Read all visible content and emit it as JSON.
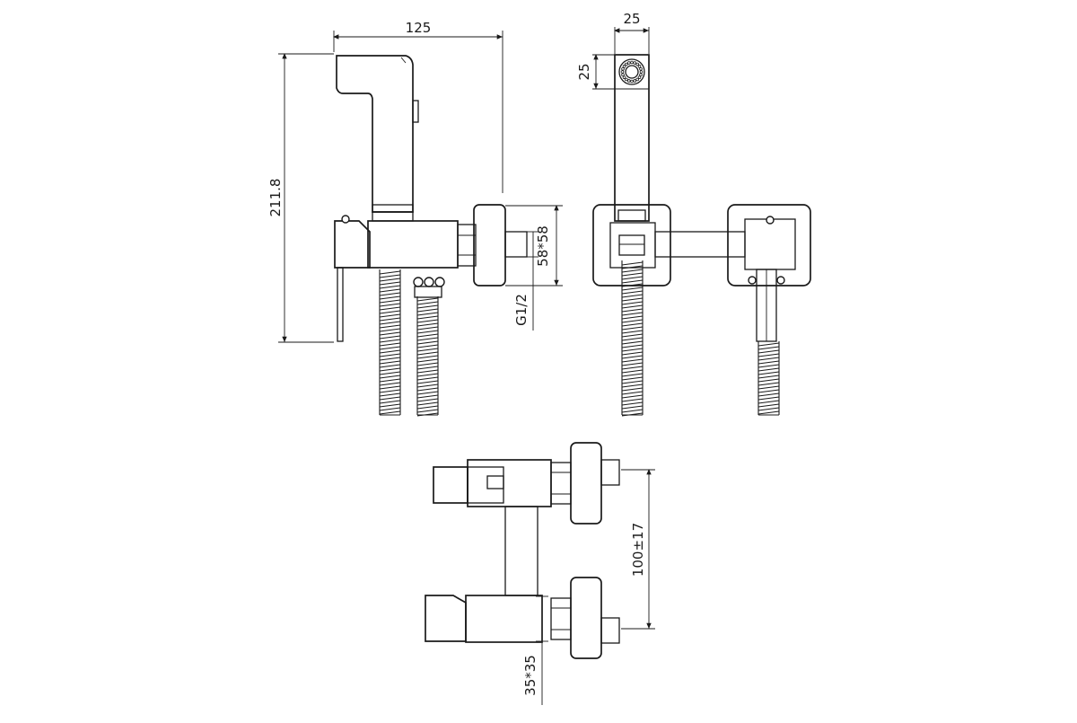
{
  "dimensions": {
    "side_width": "125",
    "side_height": "211.8",
    "flange_size": "58*58",
    "thread": "G1/2",
    "head_width": "25",
    "head_height": "25",
    "centre_distance": "100±17",
    "body_section": "35*35"
  },
  "colors": {
    "line": "#1a1a1a",
    "background": "#ffffff"
  }
}
